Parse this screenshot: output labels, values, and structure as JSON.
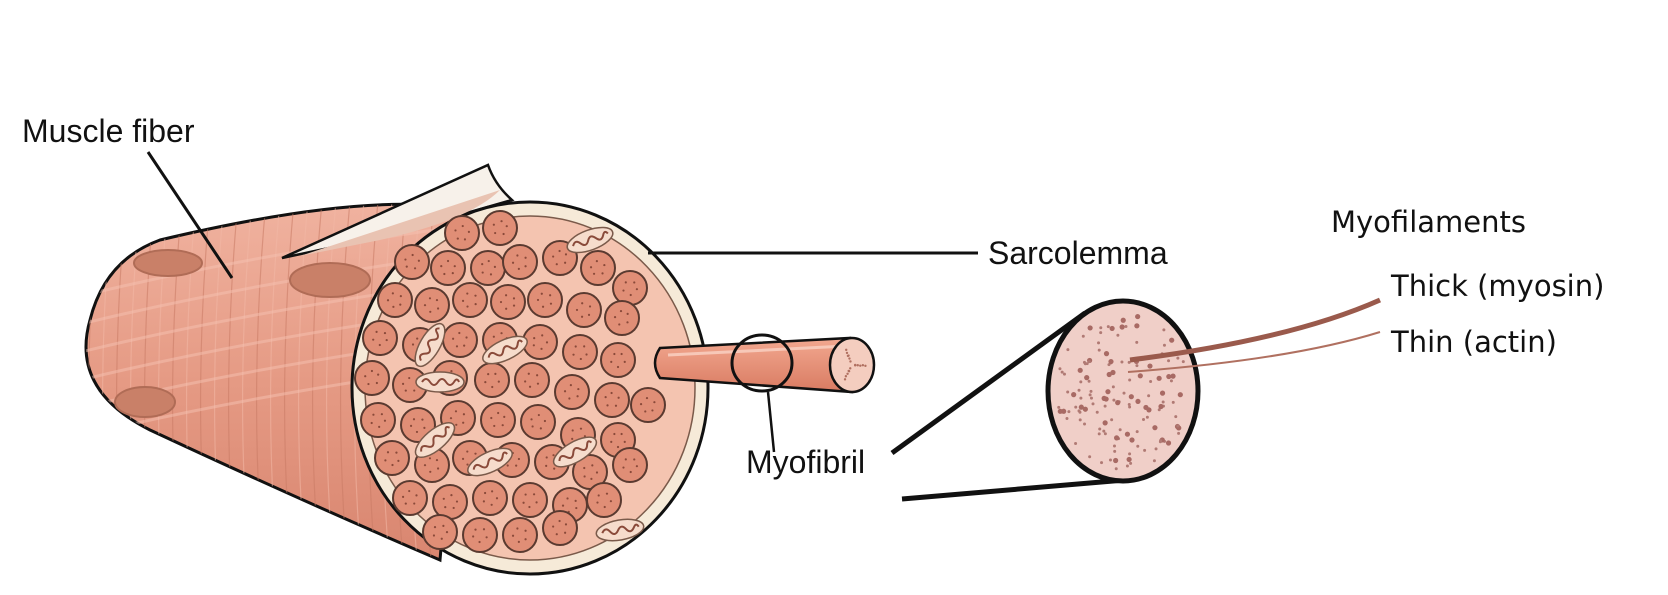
{
  "labels": {
    "muscle_fiber": "Muscle fiber",
    "sarcolemma": "Sarcolemma",
    "myofibril": "Myofibril",
    "myofilaments": "Myofilaments",
    "thick": "Thick (myosin)",
    "thin": "Thin (actin)"
  },
  "colors": {
    "fiber_body": "#e8a08b",
    "fiber_stripe": "#f3b8a6",
    "fiber_shadow": "#c97a64",
    "nucleus": "#c98068",
    "cross_section": "#f4c4b0",
    "sarcolemma_rim": "#f6ead8",
    "myofibril_fill": "#e08e76",
    "mitochondria": "#f6dccc",
    "myofilament_section": "#f0cfc8",
    "dot": "#b07a74",
    "thick_filament": "#9a5a4c",
    "thin_filament": "#b07060",
    "outline": "#111111"
  },
  "icons": {
    "muscle_fiber_cylinder": "muscle-fiber-cylinder-icon",
    "myofibril_rod": "myofibril-rod-icon",
    "myofilament_cross_section": "myofilament-cross-section-icon"
  }
}
